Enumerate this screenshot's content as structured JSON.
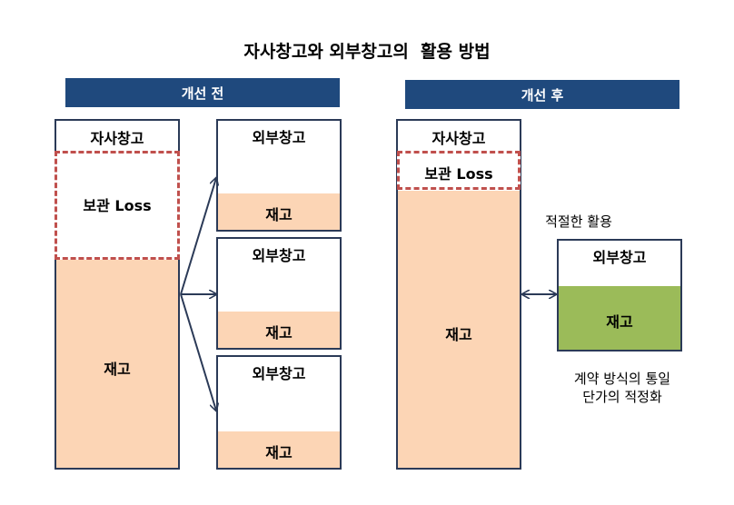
{
  "title": "자사창고와 외부창고의  활용 방법",
  "before": {
    "header": "개선 전",
    "own_warehouse": "자사창고",
    "storage_loss": "보관 Loss",
    "inventory": "재고",
    "external": [
      {
        "name": "외부창고",
        "inventory": "재고"
      },
      {
        "name": "외부창고",
        "inventory": "재고"
      },
      {
        "name": "외부창고",
        "inventory": "재고"
      }
    ]
  },
  "after": {
    "header": "개선 후",
    "own_warehouse": "자사창고",
    "storage_loss": "보관 Loss",
    "inventory": "재고",
    "proper_use": "적절한 활용",
    "external_name": "외부창고",
    "external_inventory": "재고",
    "note_line1": "계약 방식의 통일",
    "note_line2": "단가의 적정화"
  },
  "colors": {
    "header_bg": "#1f497d",
    "inventory_fill": "#fcd5b5",
    "inventory_green": "#9bbb59",
    "loss_dash": "#c0504d",
    "border": "#2b3a57"
  }
}
